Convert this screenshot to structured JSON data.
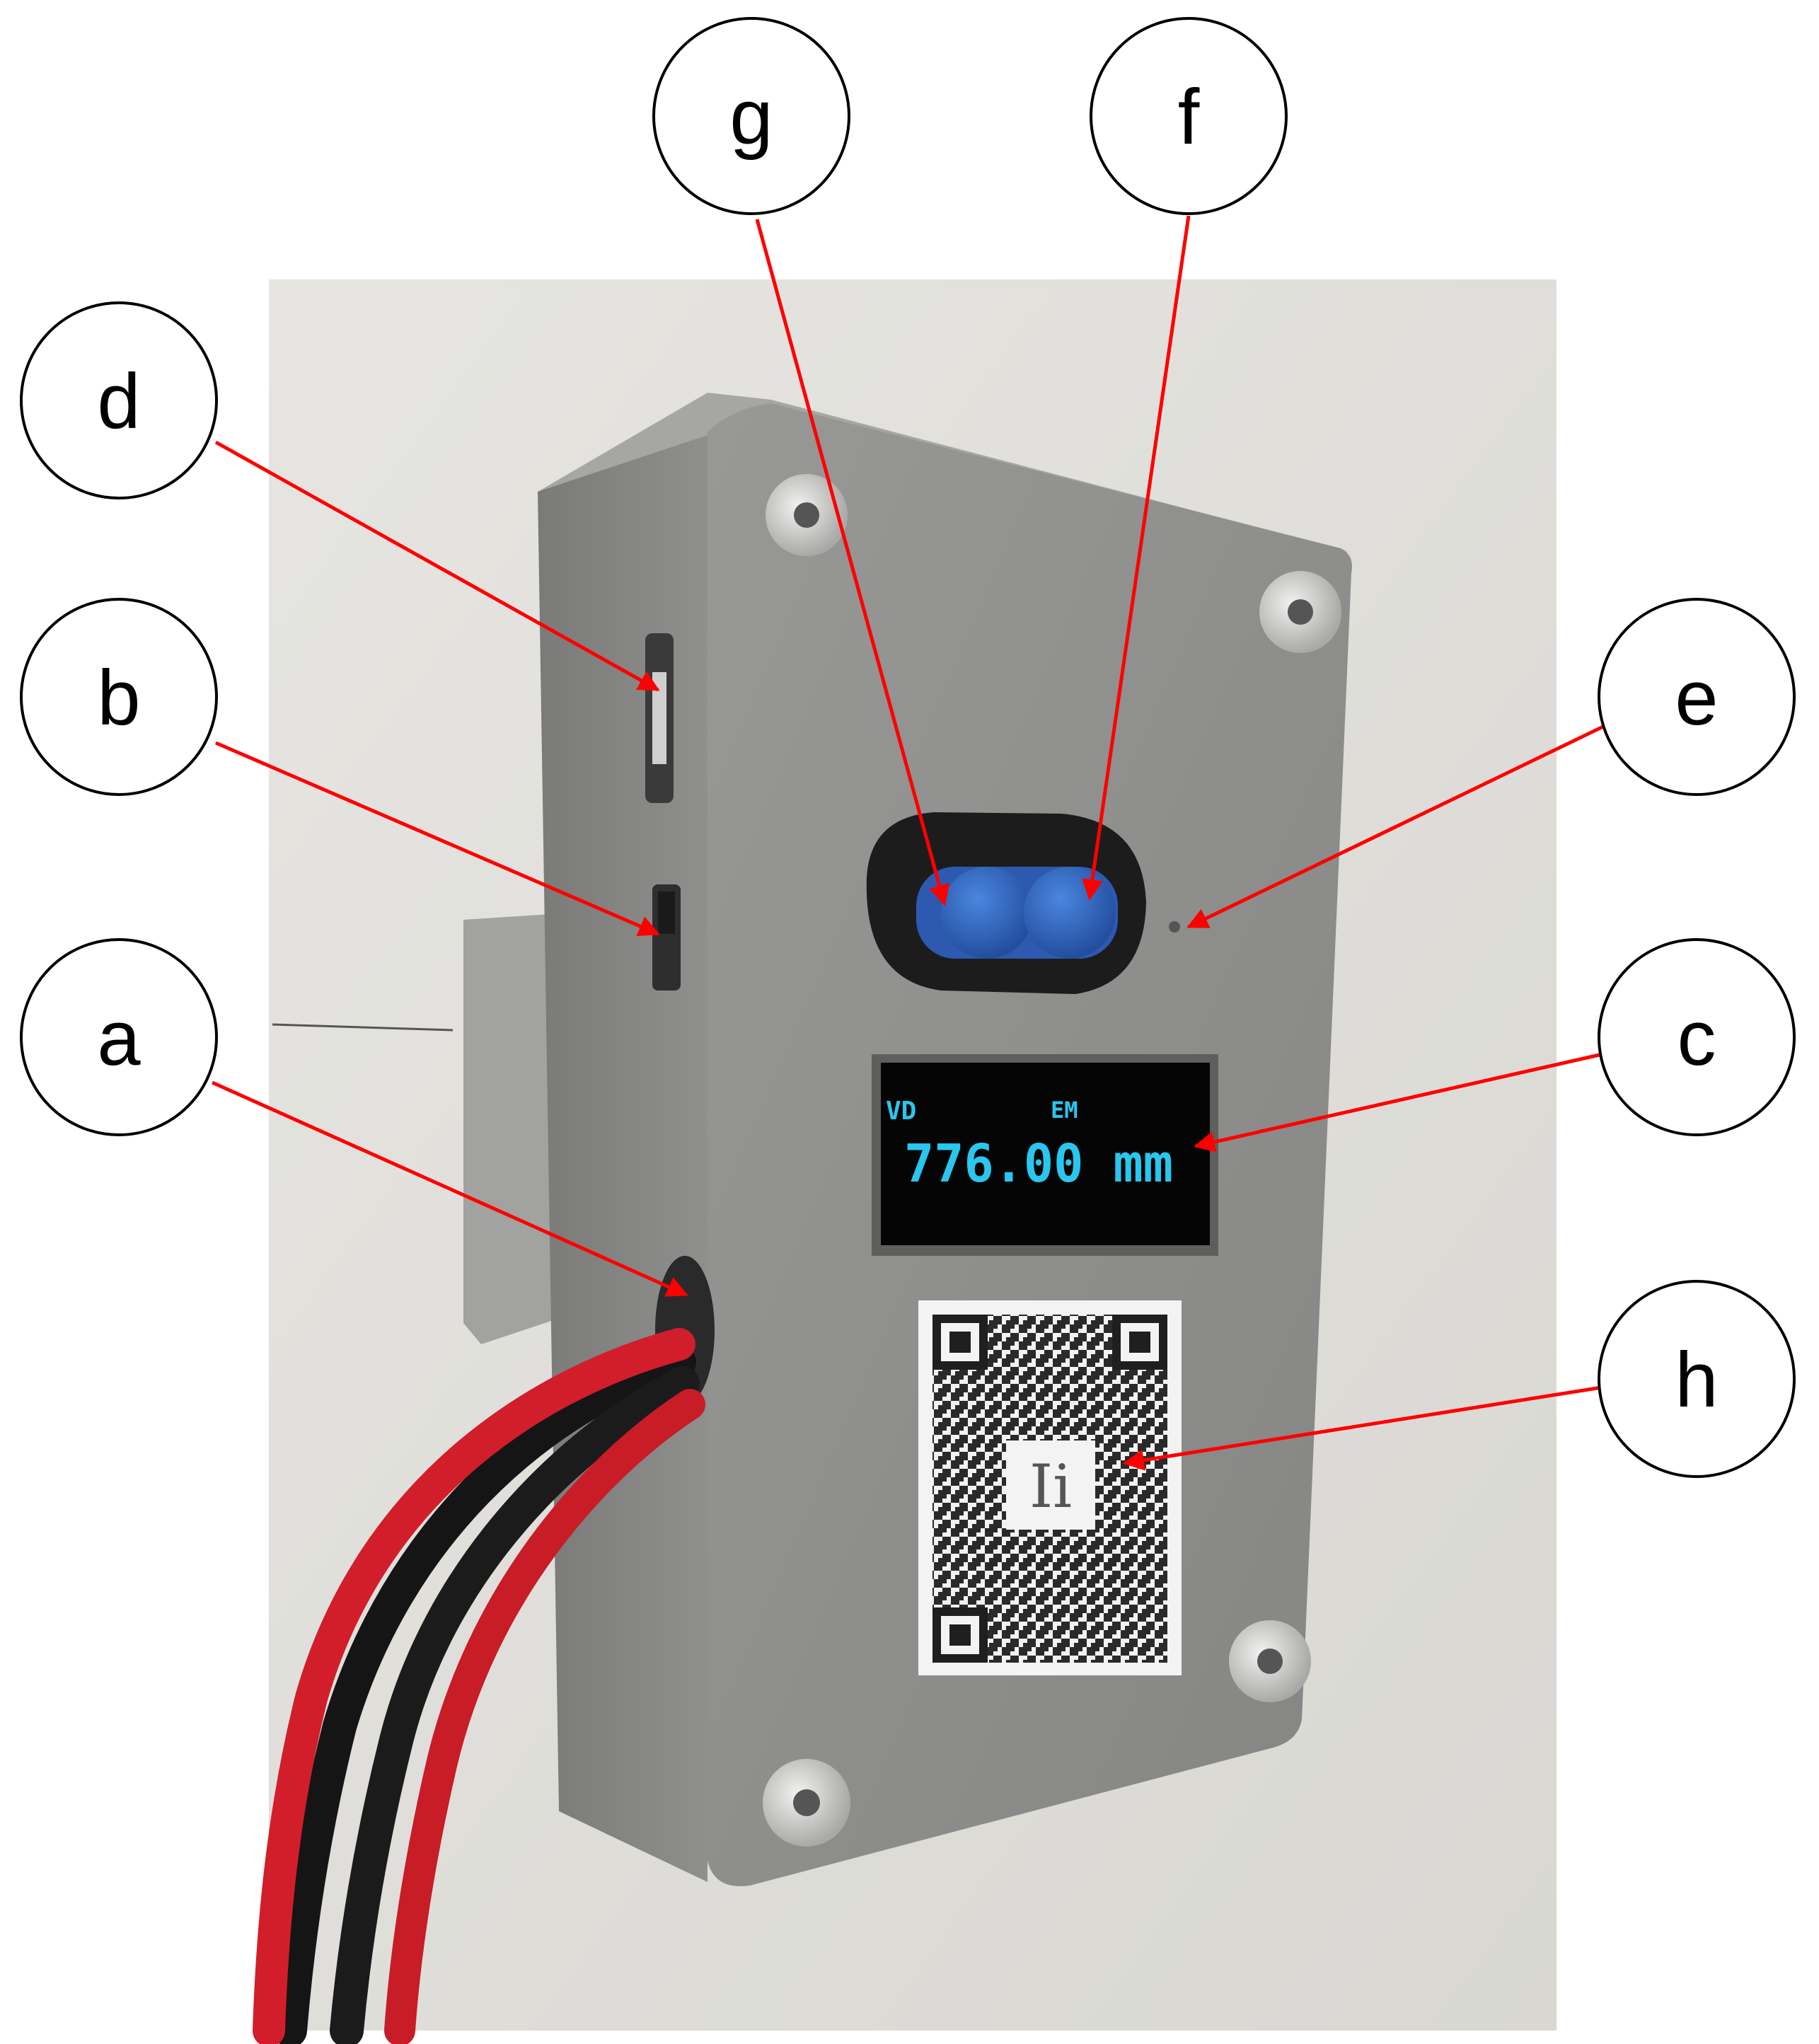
{
  "figure": {
    "callouts": [
      {
        "id": "a",
        "label": "a"
      },
      {
        "id": "b",
        "label": "b"
      },
      {
        "id": "c",
        "label": "c"
      },
      {
        "id": "d",
        "label": "d"
      },
      {
        "id": "e",
        "label": "e"
      },
      {
        "id": "f",
        "label": "f"
      },
      {
        "id": "g",
        "label": "g"
      },
      {
        "id": "h",
        "label": "h"
      }
    ],
    "oled_display": {
      "mode_left": "VD",
      "mode_center": "EM",
      "reading": "776.00 mm"
    },
    "sticker": {
      "logo_text": "Ii"
    },
    "colors": {
      "arrow": "#ff0000",
      "enclosure": "#8d8d8b",
      "oled_text": "#29c6ee",
      "sensor": "#2f5fb4",
      "wire_red": "#d21e2a",
      "wire_black": "#151515"
    }
  }
}
